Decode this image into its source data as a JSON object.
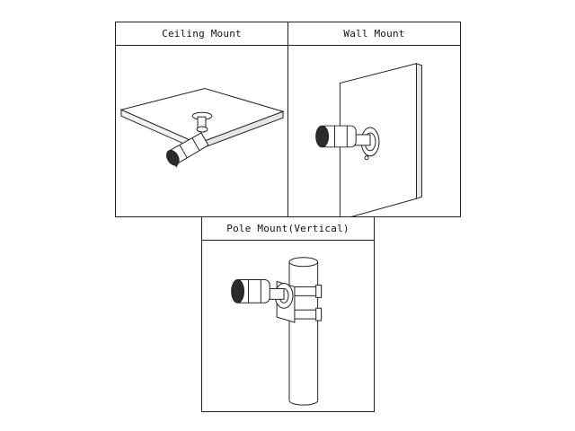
{
  "panels": {
    "ceiling": {
      "title": "Ceiling Mount"
    },
    "wall": {
      "title": "Wall Mount"
    },
    "pole": {
      "title": "Pole Mount(Vertical)"
    }
  },
  "colors": {
    "line": "#222222",
    "camera_dark": "#2b2b2b",
    "background": "#ffffff"
  }
}
